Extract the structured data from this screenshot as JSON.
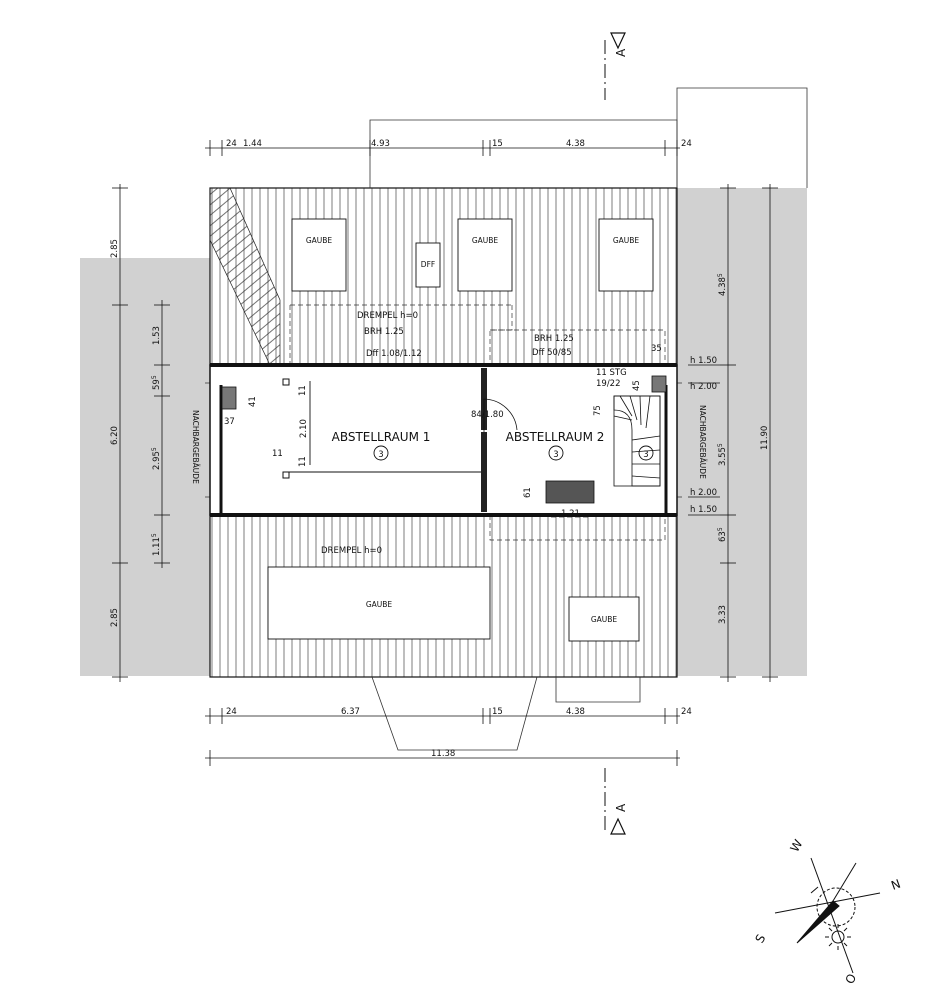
{
  "section_marks": {
    "top": "A",
    "bottom": "A"
  },
  "dims_top": [
    "24",
    "1.44",
    "4.93",
    "15",
    "4.38",
    "24"
  ],
  "dims_bottom": [
    "24",
    "6.37",
    "15",
    "4.38",
    "24"
  ],
  "dim_overall_bottom": "11.38",
  "dims_left_outer": [
    "2.85",
    "6.20",
    "2.85"
  ],
  "dims_left_inner": {
    "a": "1.53",
    "b": "59",
    "b_sup": "5",
    "c": "2.95",
    "c_sup": "5",
    "d": "1.11",
    "d_sup": "5"
  },
  "dims_right": {
    "a": "4.38",
    "a_sup": "5",
    "b": "3.55",
    "b_sup": "5",
    "c": "63",
    "c_sup": "5",
    "d": "3.33",
    "overall": "11.90"
  },
  "heights": {
    "h150_top": "h 1.50",
    "h200_top": "h 2.00",
    "h200_bot": "h 2.00",
    "h150_bot": "h 1.50"
  },
  "neighbor_label": "NACHBARGEBÄUDE",
  "dormers": {
    "top_left": "GAUBE",
    "top_middle": "GAUBE",
    "top_right": "GAUBE",
    "bottom_left": "GAUBE",
    "bottom_right": "GAUBE"
  },
  "dff": "DFF",
  "notes_top": {
    "drempel": "DREMPEL h=0",
    "brh_left": "BRH 1.25",
    "dff_left": "Dff 1.08/1.12",
    "brh_right": "BRH 1.25",
    "dff_right": "Dff 50/85"
  },
  "note_drempel_bottom": "DREMPEL h=0",
  "rooms": [
    {
      "name": "ABSTELLRAUM 1",
      "num": "3"
    },
    {
      "name": "ABSTELLRAUM 2",
      "num": "3"
    }
  ],
  "door": "84/1.80",
  "stair_steps": "11 STG",
  "stair_ratio": "19/22",
  "stair_num": "3",
  "small_dims": {
    "d35": "35",
    "d45": "45",
    "d75": "75",
    "d11a": "11",
    "d41": "41",
    "d37": "37",
    "d210": "2.10",
    "d11b": "11",
    "d11c": "11",
    "d61": "61",
    "d121": "1.21"
  },
  "compass": {
    "n": "N",
    "s": "S",
    "w": "W",
    "o": "O"
  }
}
